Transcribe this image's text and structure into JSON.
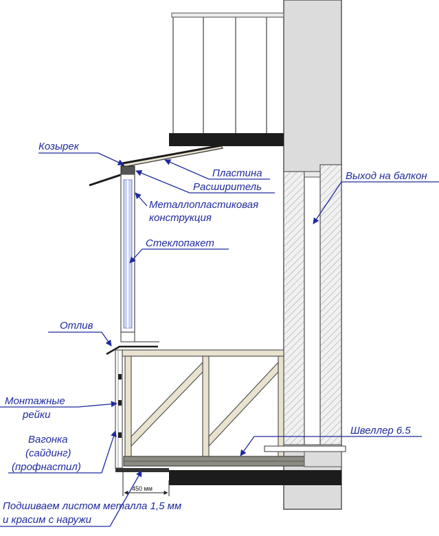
{
  "labels": {
    "kozyrek": "Козырек",
    "plastina": "Пластина",
    "rasshiritel": "Расширитель",
    "mpk_line1": "Металлопластиковая",
    "mpk_line2": "конструкция",
    "steklopaket": "Стеклопакет",
    "otliv": "Отлив",
    "montazh_line1": "Монтажные",
    "montazh_line2": "рейки",
    "vagonka_line1": "Вагонка",
    "vagonka_line2": "(сайдинг)",
    "vagonka_line3": "(профнастил)",
    "podshivaem_line1": "Подшиваем листом металла 1,5 мм",
    "podshivaem_line2": "и красим с наружи",
    "vyhod": "Выход на балкон",
    "shveller": "Швеллер 6.5",
    "dimension": "450 мм"
  },
  "colors": {
    "label_text": "#1f2a9e",
    "wall_fill": "#dcdcdc",
    "slab": "#1c1c1c",
    "glass": "#c9d4f2"
  }
}
